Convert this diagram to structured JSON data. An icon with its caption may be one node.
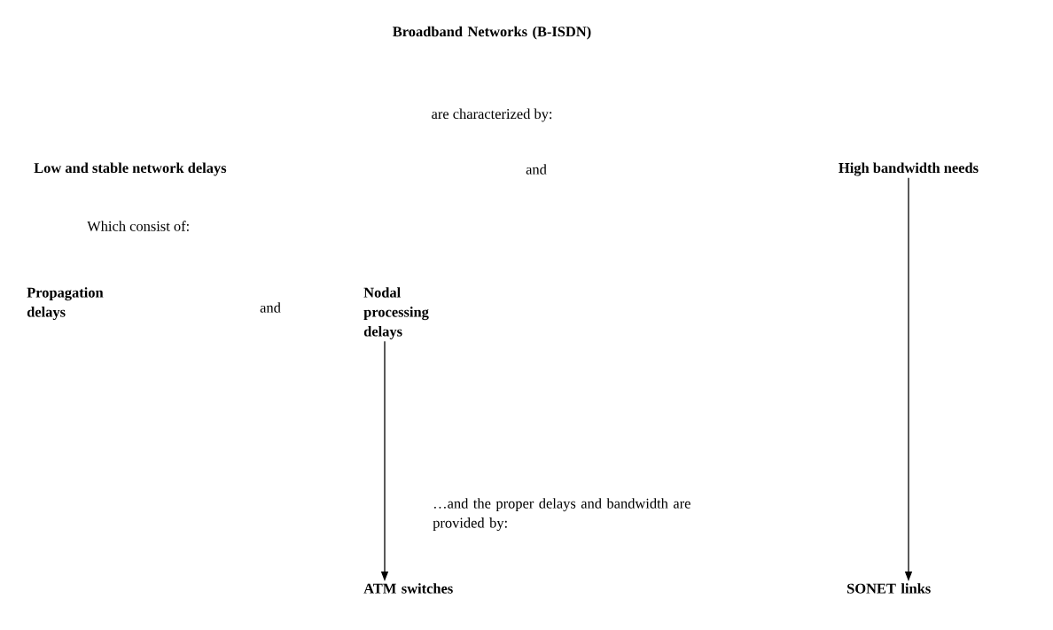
{
  "diagram": {
    "title": "Broadband Networks (B-ISDN)",
    "nodes": [
      {
        "text": [
          "High bandwidth needs"
        ]
      },
      {
        "text": [
          "Nodal processing delays"
        ]
      },
      {
        "text": [
          "ATM switches"
        ]
      },
      {
        "text": [
          "SONET links"
        ]
      }
    ],
    "edges": [
      {
        "from": 1,
        "to": 2,
        "arrow": "to"
      },
      {
        "from": 0,
        "to": 3,
        "arrow": "to"
      }
    ],
    "labels": [
      "are characterized by:",
      "Low and stable network delays",
      "and",
      "Which consist of:",
      "Propagation delays",
      "and",
      "…and the proper delays and bandwidth are provided by:"
    ]
  }
}
